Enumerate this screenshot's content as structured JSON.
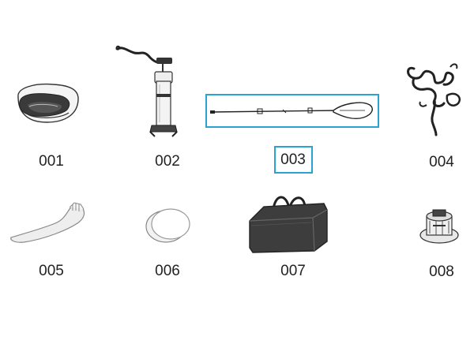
{
  "accent": "#2ba3d1",
  "parts": [
    {
      "code": "001",
      "icon": "seat-cushion-icon"
    },
    {
      "code": "002",
      "icon": "hand-pump-icon"
    },
    {
      "code": "003",
      "icon": "paddle-icon",
      "selected": true
    },
    {
      "code": "004",
      "icon": "leash-rope-icon"
    },
    {
      "code": "005",
      "icon": "fin-icon"
    },
    {
      "code": "006",
      "icon": "patch-icon"
    },
    {
      "code": "007",
      "icon": "carry-bag-icon"
    },
    {
      "code": "008",
      "icon": "valve-icon"
    }
  ]
}
